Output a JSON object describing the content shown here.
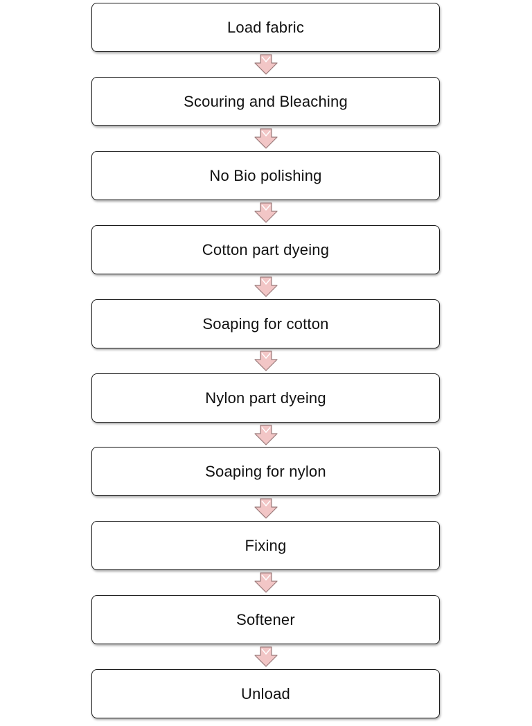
{
  "steps": [
    {
      "label": "Load fabric"
    },
    {
      "label": "Scouring and Bleaching"
    },
    {
      "label": "No Bio polishing"
    },
    {
      "label": "Cotton part dyeing"
    },
    {
      "label": "Soaping for cotton"
    },
    {
      "label": "Nylon part dyeing"
    },
    {
      "label": "Soaping for nylon"
    },
    {
      "label": "Fixing"
    },
    {
      "label": "Softener"
    },
    {
      "label": "Unload"
    }
  ],
  "colors": {
    "box_border": "#1a1a1a",
    "arrow_fill": "#f2c6c6",
    "arrow_stroke": "#9a7a7a"
  }
}
